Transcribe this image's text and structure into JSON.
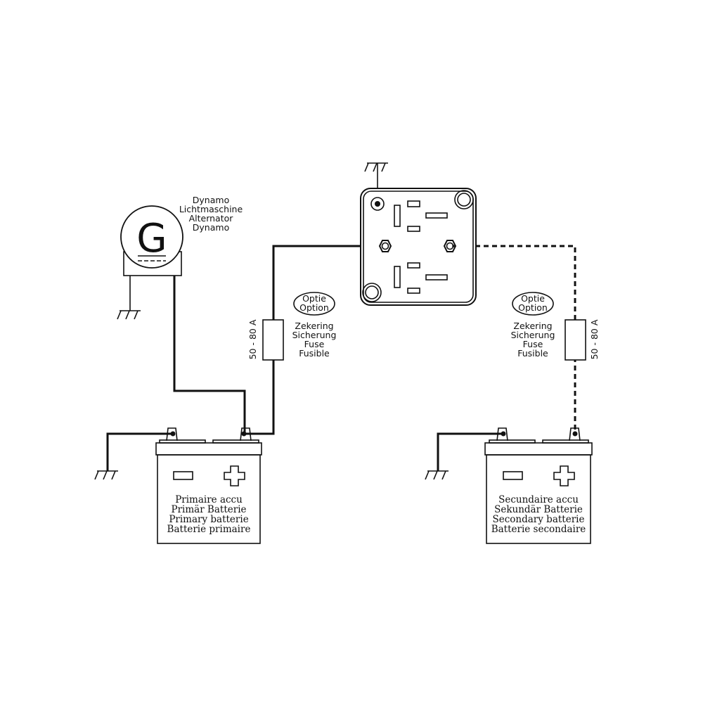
{
  "generator": {
    "symbol": "G",
    "labels": [
      "Dynamo",
      "Lichtmaschine",
      "Alternator",
      "Dynamo"
    ]
  },
  "left_fuse": {
    "rating": "50 - 80 A",
    "option": [
      "Optie",
      "Option"
    ],
    "labels": [
      "Zekering",
      "Sicherung",
      "Fuse",
      "Fusible"
    ]
  },
  "right_fuse": {
    "rating": "50 - 80 A",
    "option": [
      "Optie",
      "Option"
    ],
    "labels": [
      "Zekering",
      "Sicherung",
      "Fuse",
      "Fusible"
    ]
  },
  "primary_battery": {
    "labels": [
      "Primaire accu",
      "Primär Batterie",
      "Primary batterie",
      "Batterie primaire"
    ]
  },
  "secondary_battery": {
    "labels": [
      "Secundaire accu",
      "Sekundär Batterie",
      "Secondary batterie",
      "Batterie secondaire"
    ]
  },
  "colors": {
    "line": "#111111",
    "background": "#ffffff"
  }
}
